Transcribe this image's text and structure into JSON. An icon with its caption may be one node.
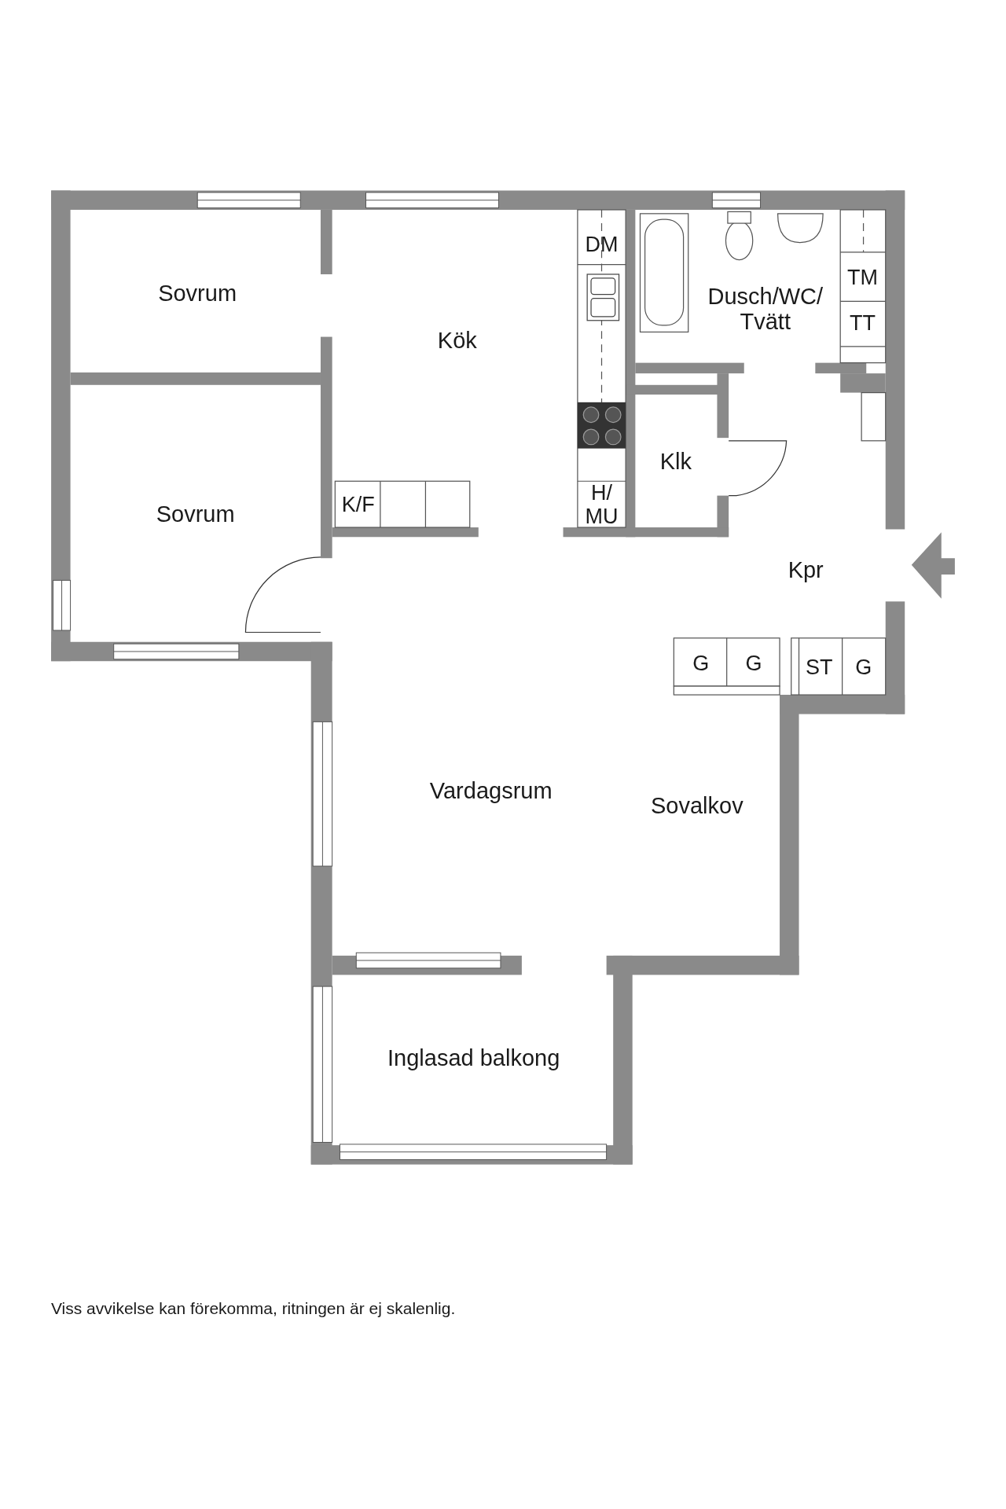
{
  "diagram": {
    "caption": "Viss avvikelse kan förekomma, ritningen är ej skalenlig.",
    "labels": [
      "Sovrum",
      "Kök",
      "DM",
      "Dusch/WC/ Tvätt",
      "TM",
      "TT",
      "Klk",
      "Sovrum",
      "K/F",
      "H/ MU",
      "Kpr",
      "G",
      "G",
      "ST",
      "G",
      "Vardagsrum",
      "Sovalkov",
      "Inglasad balkong"
    ]
  }
}
